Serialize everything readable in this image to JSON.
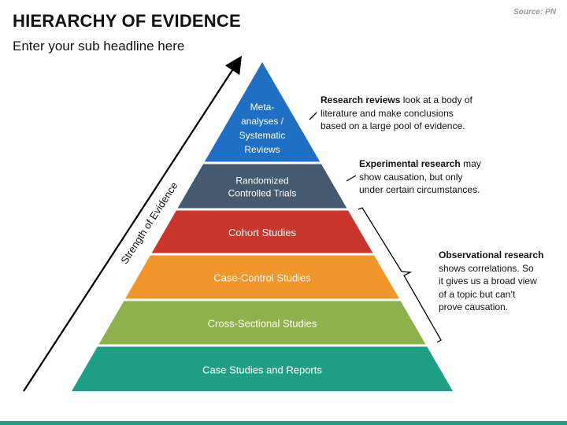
{
  "header": {
    "title": "HIERARCHY OF EVIDENCE",
    "subtitle": "Enter your sub headline here",
    "source": "Source: PN"
  },
  "axis": {
    "label": "Strength of Evidence"
  },
  "pyramid": {
    "tiers": [
      {
        "lines": [
          "Meta-",
          "analyses /",
          "Systematic",
          "Reviews"
        ],
        "color": "#1f6fc4"
      },
      {
        "lines": [
          "Randomized",
          "Controlled Trials"
        ],
        "color": "#465a6f"
      },
      {
        "lines": [
          "Cohort Studies"
        ],
        "color": "#c9372c"
      },
      {
        "lines": [
          "Case-Control Studies"
        ],
        "color": "#f0962a"
      },
      {
        "lines": [
          "Cross-Sectional Studies"
        ],
        "color": "#8fb14b"
      },
      {
        "lines": [
          "Case Studies and Reports"
        ],
        "color": "#1f9f86"
      }
    ]
  },
  "notes": {
    "research_reviews": {
      "bold": "Research reviews",
      "line1_rest": " look at a body of",
      "line2": "literature and make conclusions",
      "line3": "based on a large pool of evidence."
    },
    "experimental": {
      "bold": "Experimental research",
      "line1_rest": " may",
      "line2": "show causation, but only",
      "line3": "under certain circumstances."
    },
    "observational": {
      "bold": "Observational research",
      "line2": "shows correlations. So",
      "line3": "it gives us a broad view",
      "line4": "of a topic but can’t",
      "line5": "prove causation."
    }
  },
  "colors": {
    "accent_bar": "#1aa38a",
    "arrow": "#000000"
  }
}
